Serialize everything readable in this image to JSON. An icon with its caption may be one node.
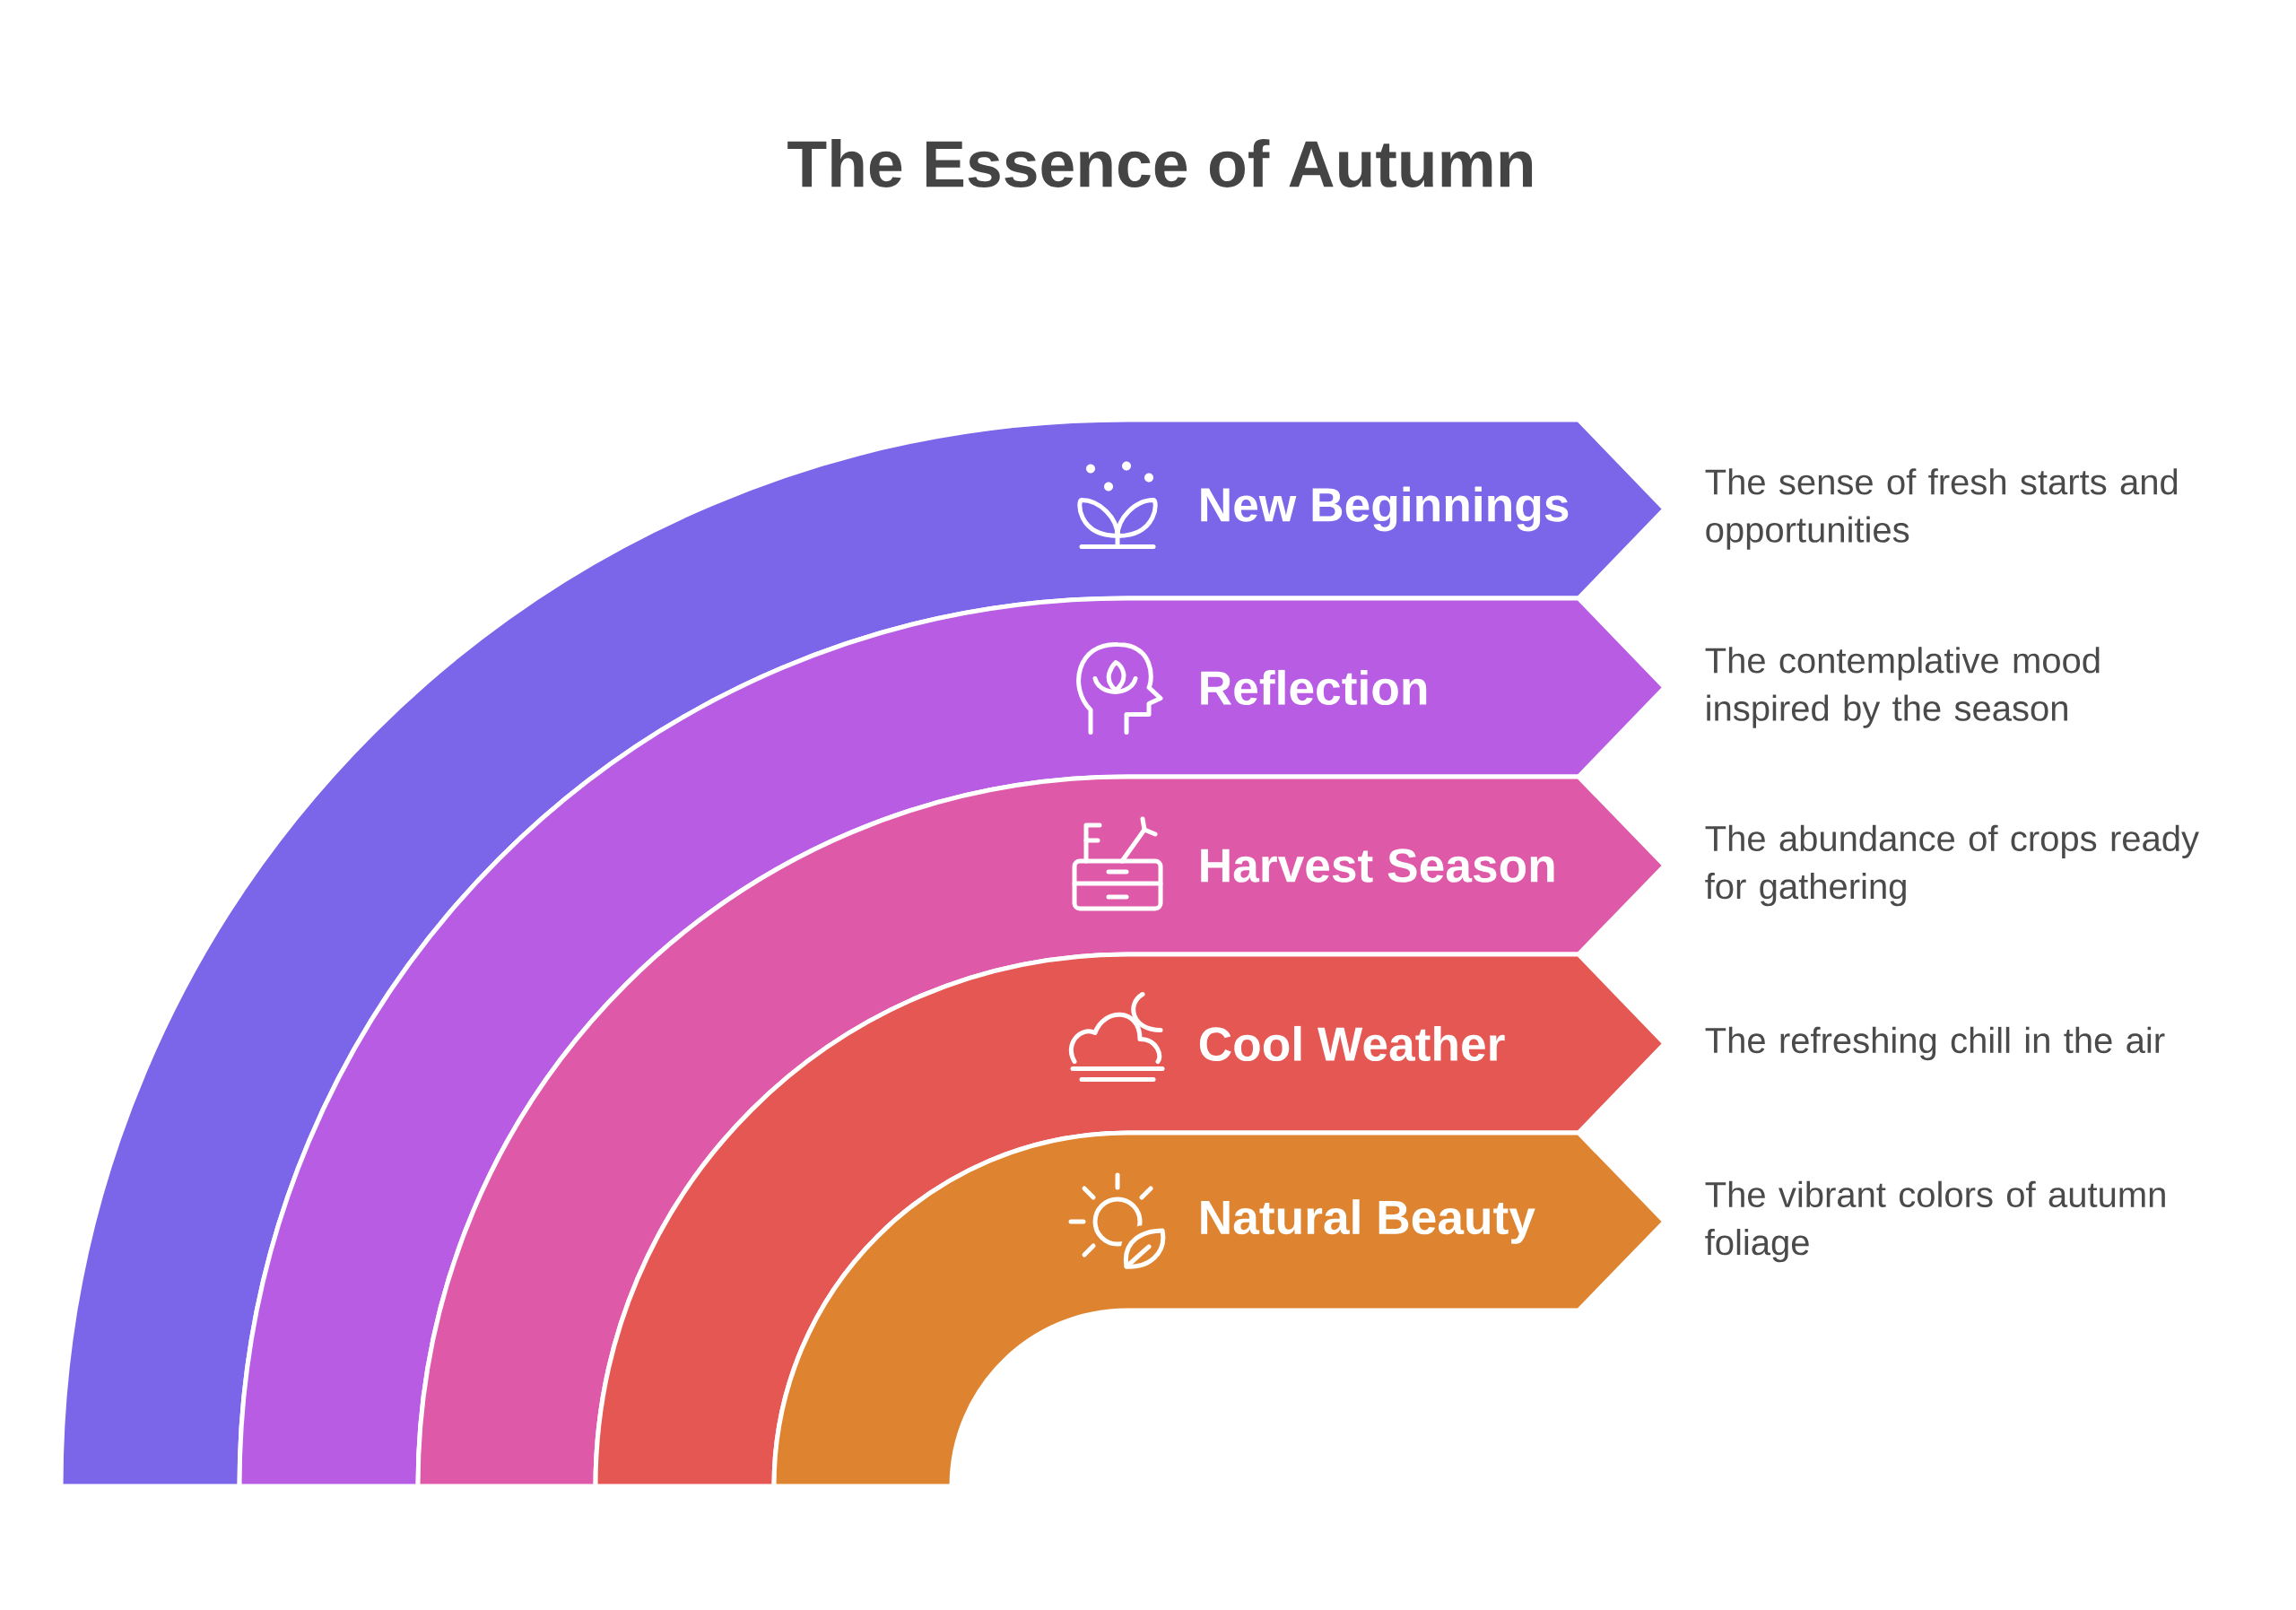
{
  "diagram": {
    "title": "The Essence of Autumn",
    "nodes": [
      {
        "text": [
          "New Beginnings"
        ],
        "beside": [
          "The sense of fresh starts and opportunities"
        ]
      },
      {
        "text": [
          "Reflection"
        ],
        "beside": [
          "The contemplative mood inspired by the season"
        ]
      },
      {
        "text": [
          "Harvest Season"
        ],
        "beside": [
          "The abundance of crops ready for gathering"
        ]
      },
      {
        "text": [
          "Cool Weather"
        ],
        "beside": [
          "The refreshing chill in the air"
        ]
      },
      {
        "text": [
          "Natural Beauty"
        ],
        "beside": [
          "The vibrant colors of autumn foliage"
        ]
      }
    ]
  }
}
